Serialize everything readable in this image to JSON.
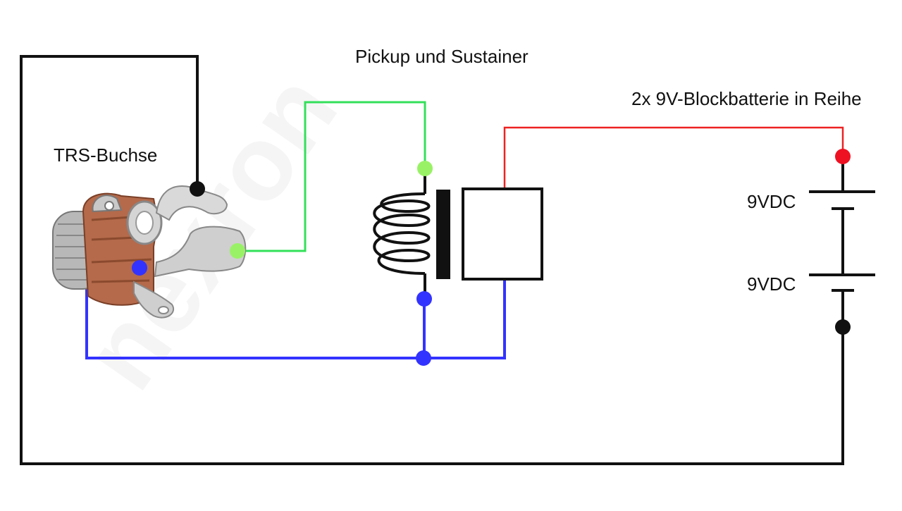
{
  "labels": {
    "pickup_sustainer": "Pickup und Sustainer",
    "battery": "2x 9V-Blockbatterie in Reihe",
    "jack": "TRS-Buchse",
    "battery1": "9VDC",
    "battery2": "9VDC"
  },
  "watermark": "nexron",
  "colors": {
    "black_wire": "#111111",
    "blue_wire": "#3333ff",
    "green_wire": "#33e05a",
    "red_wire": "#ee2222",
    "green_node": "#99f266",
    "red_node": "#ee1122"
  },
  "icons": {
    "jack": "trs-jack-photo",
    "coil": "inductor-coil",
    "battery": "battery-cell"
  }
}
